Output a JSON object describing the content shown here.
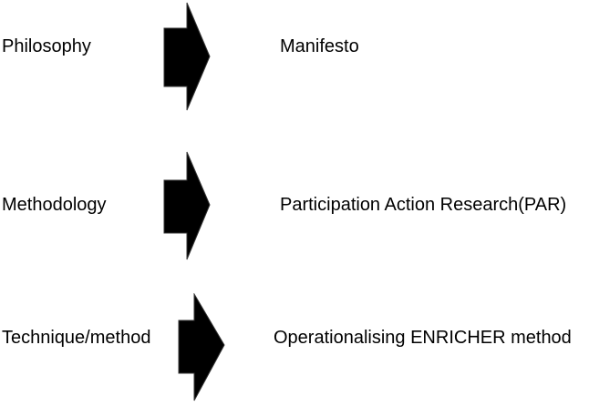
{
  "rows": [
    {
      "label": "Philosophy",
      "result": "Manifesto"
    },
    {
      "label": "Methodology",
      "result": "Participation Action Research(PAR)"
    },
    {
      "label": "Technique/method",
      "result": "Operationalising ENRICHER method"
    }
  ],
  "colors": {
    "arrow_fill": "#000000",
    "text": "#000000",
    "background": "#ffffff"
  }
}
